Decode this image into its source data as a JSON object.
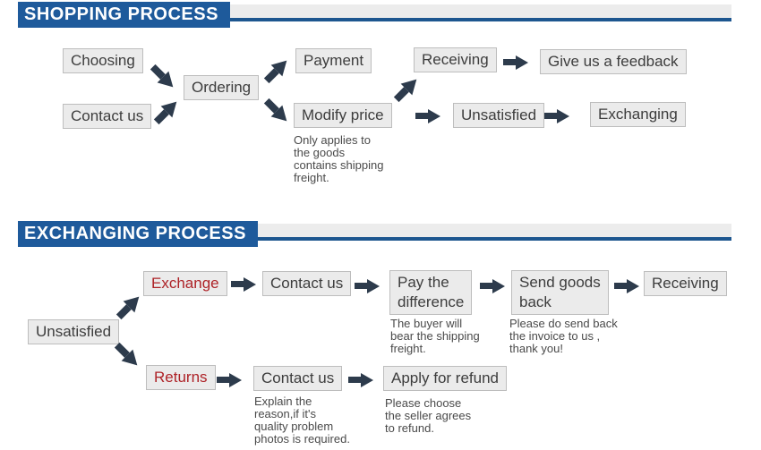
{
  "colors": {
    "header_blue": "#1e5a9b",
    "underline_blue": "#1d568f",
    "arrow": "#2d3b4c",
    "box_background": "#ebebeb",
    "box_border": "#bdbdbd",
    "accent_red": "#ae2328"
  },
  "shopping": {
    "title": "SHOPPING PROCESS",
    "nodes": {
      "choosing": "Choosing",
      "contact_us": "Contact us",
      "ordering": "Ordering",
      "payment": "Payment",
      "modify_price": "Modify price",
      "receiving": "Receiving",
      "give_feedback": "Give us a feedback",
      "unsatisfied": "Unsatisfied",
      "exchanging": "Exchanging"
    },
    "notes": {
      "modify_price": "Only applies to\nthe goods\ncontains shipping\nfreight."
    }
  },
  "exchanging": {
    "title": "EXCHANGING PROCESS",
    "nodes": {
      "unsatisfied": "Unsatisfied",
      "exchange": "Exchange",
      "returns": "Returns",
      "contact_us_top": "Contact us",
      "pay_difference": "Pay the\ndifference",
      "send_goods_back": "Send goods\nback",
      "receiving": "Receiving",
      "contact_us_bottom": "Contact us",
      "apply_refund": "Apply for refund"
    },
    "notes": {
      "pay_difference": "The buyer will\nbear the shipping\nfreight.",
      "send_goods_back": "Please do send back\nthe invoice to us ,\nthank you!",
      "contact_us_bottom": "Explain the\nreason,if it's\nquality problem\nphotos is required.",
      "apply_refund": "Please choose\nthe seller agrees\nto refund."
    }
  }
}
